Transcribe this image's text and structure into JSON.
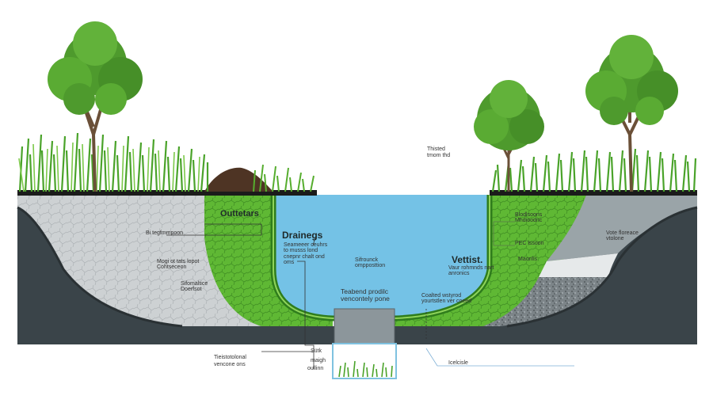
{
  "labels": {
    "top_note_1": "Thisted",
    "top_note_2": "tmom thd",
    "outlet": "Outtetars",
    "drainage": "Drainegs",
    "drainage_sub": "Seameeer ceuhrs to musss lond cnepnr chalt ond oms",
    "left_layer_1": "Bi tegfmmpoon",
    "left_layer_2": "Mogi ot tats lopot Cohtseceon",
    "left_layer_3": "Sifomaltice Doerfsot",
    "center_1": "Sifrounck ompposttion",
    "center_2": "Teabend prodilc vencontely pone",
    "vettist": "Vettist.",
    "vettist_sub": "Vaur rohmnds nart anronics",
    "right_1": "Blodlsoons Mhdioodnc",
    "right_2": "PEC lssoon",
    "right_3": "Maonlis",
    "right_far": "Vote floreace vtolone",
    "coated": "Coalted wstyrod yourtstlen ver coeed",
    "bottom_left": "Tieistotolonal",
    "bottom_left_2": "vencone ons",
    "bottom_mid_1": "Sütk",
    "bottom_mid_2": "maigh",
    "bottom_mid_3": "oullinn",
    "bottom_right": "Icelcisle"
  },
  "colors": {
    "water": "#74c2e6",
    "liner_green": "#6bc53a",
    "liner_dark": "#2f7d1c",
    "bedrock": "#3a4449",
    "gravel": "#c9cdcf",
    "soil_top": "#1b1b1b",
    "grass": "#4aa32a",
    "trunk": "#6b5038",
    "canopy": "#4e9a2d"
  }
}
